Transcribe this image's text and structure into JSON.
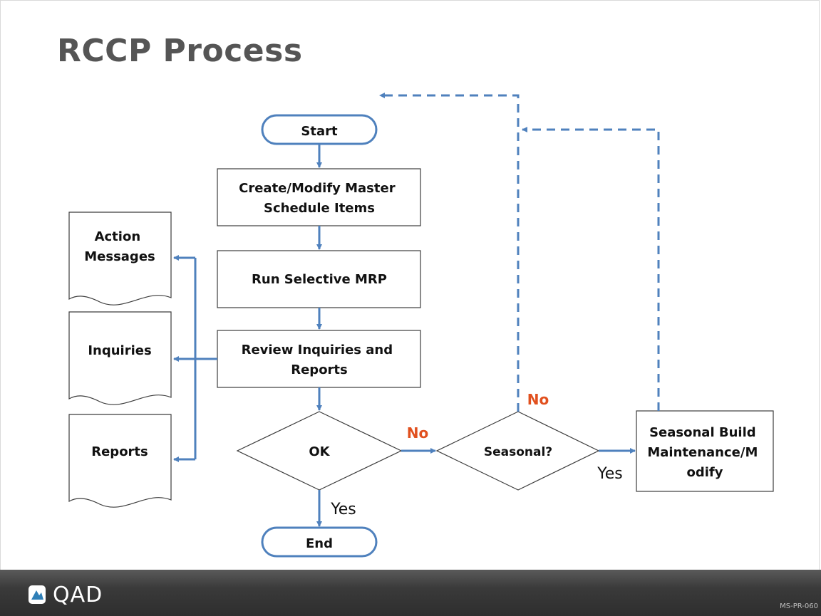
{
  "title": "RCCP Process",
  "colors": {
    "connector": "#4f81bd",
    "feedback": "#4f81bd",
    "no_label": "#e1501e",
    "shape_stroke": "#3c3c3c",
    "terminator_stroke": "#4f81bd"
  },
  "nodes": {
    "start": "Start",
    "create": [
      "Create/Modify Master",
      "Schedule Items"
    ],
    "mrp": "Run Selective MRP",
    "review": [
      "Review Inquiries and",
      "Reports"
    ],
    "ok": "OK",
    "seasonal": "Seasonal?",
    "build": [
      "Seasonal Build",
      "Maintenance/M",
      "odify"
    ],
    "end": "End"
  },
  "documents": {
    "action": [
      "Action",
      "Messages"
    ],
    "inquiries": "Inquiries",
    "reports": "Reports"
  },
  "labels": {
    "ok_no": "No",
    "ok_yes": "Yes",
    "seasonal_no": "No",
    "seasonal_yes": "Yes"
  },
  "footer": {
    "logo_text": "QAD",
    "logo_icon": "qad-logo-icon",
    "doc_code": "MS-PR-060"
  }
}
